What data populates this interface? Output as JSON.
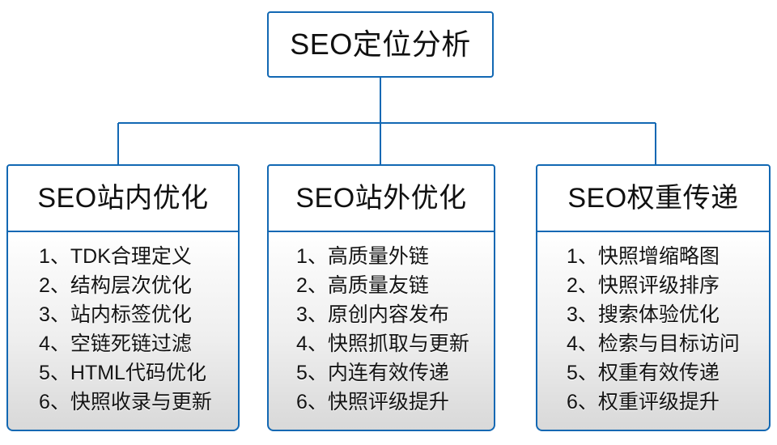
{
  "diagram": {
    "type": "org-tree",
    "root": {
      "label": "SEO定位分析"
    },
    "colors": {
      "border": "#1268b3",
      "connector": "#1268b3",
      "header_bg": "#ffffff",
      "body_gradient_top": "#ffffff",
      "body_gradient_bottom": "#d9d9d9",
      "text": "#101010"
    },
    "columns": [
      {
        "header": "SEO站内优化",
        "items": [
          "1、TDK合理定义",
          "2、结构层次优化",
          "3、站内标签优化",
          "4、空链死链过滤",
          "5、HTML代码优化",
          "6、快照收录与更新"
        ]
      },
      {
        "header": "SEO站外优化",
        "items": [
          "1、高质量外链",
          "2、高质量友链",
          "3、原创内容发布",
          "4、快照抓取与更新",
          "5、内连有效传递",
          "6、快照评级提升"
        ]
      },
      {
        "header": "SEO权重传递",
        "items": [
          "1、快照增缩略图",
          "2、快照评级排序",
          "3、搜索体验优化",
          "4、检索与目标访问",
          "5、权重有效传递",
          "6、权重评级提升"
        ]
      }
    ]
  }
}
